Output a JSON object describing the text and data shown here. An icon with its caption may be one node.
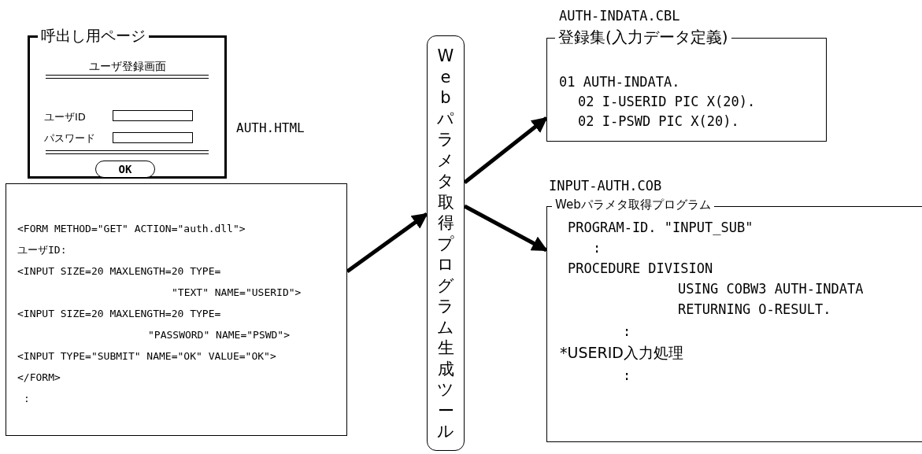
{
  "diagram": {
    "nodes": [
      {
        "text": [
          "呼出し用ページ",
          "ユーザ登録画面",
          "ユーザID",
          "パスワード"
        ]
      },
      {
        "text": [],
        "shape": "box",
        "in": 0
      },
      {
        "text": [],
        "shape": "box",
        "in": 0
      },
      {
        "text": [
          "OK"
        ],
        "in": 0
      },
      {
        "text": [
          "<FORM METHOD=\"GET\" ACTION=\"auth.dll\">",
          "ユーザID:",
          "<INPUT SIZE=20 MAXLENGTH=20 TYPE=",
          "\"TEXT\" NAME=\"USERID\">",
          "<INPUT SIZE=20 MAXLENGTH=20 TYPE=",
          "\"PASSWORD\" NAME=\"PSWD\">",
          "<INPUT TYPE=\"SUBMIT\" NAME=\"OK\" VALUE=\"OK\">",
          "</FORM>",
          ":"
        ]
      },
      {
        "text": [
          "Webパラメタ取得プログラム生成ツール"
        ]
      },
      {
        "text": [
          "登録集(入力データ定義)",
          "01 AUTH-INDATA.",
          "02 I-USERID PIC X(20).",
          "02 I-PSWD PIC X(20)."
        ],
        "beside": [
          "AUTH-INDATA.CBL"
        ]
      },
      {
        "text": [
          "Webパラメタ取得プログラム",
          "PROGRAM-ID. \"INPUT_SUB\"",
          ":",
          "PROCEDURE DIVISION",
          "USING COBW3 AUTH-INDATA",
          "RETURNING O-RESULT.",
          ":",
          "*USERID入力処理",
          ":"
        ],
        "beside": [
          "INPUT-AUTH.COB"
        ]
      }
    ],
    "edges": [
      {
        "from": 4,
        "to": 5,
        "arrow": "to"
      },
      {
        "from": 5,
        "to": 6,
        "arrow": "to"
      },
      {
        "from": 5,
        "to": 7,
        "arrow": "to"
      }
    ],
    "labels": [
      "AUTH.HTML"
    ]
  }
}
